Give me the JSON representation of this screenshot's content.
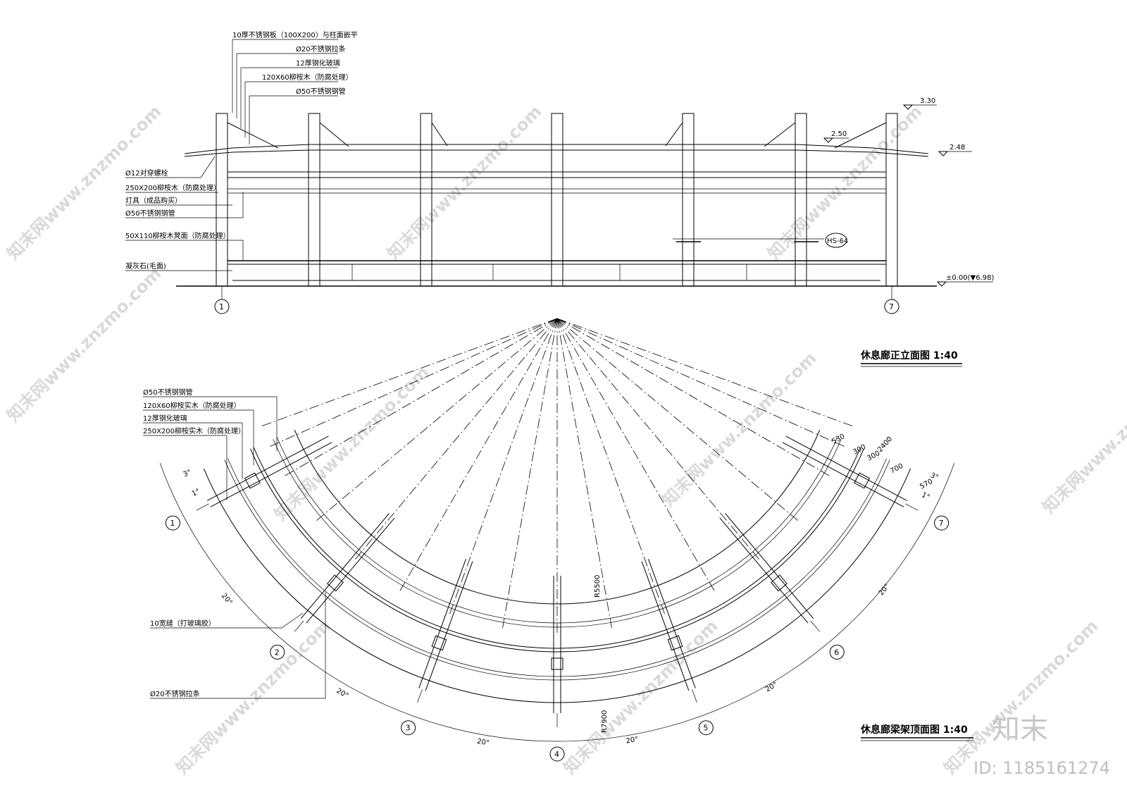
{
  "elevation": {
    "title": "休息廊正立面图 1:40",
    "callouts_top": [
      "10厚不锈钢板（100X200）与柱面嵌平",
      "Ø20不锈钢拉条",
      "12厚钢化玻璃",
      "120X60柳桉木（防腐处理）",
      "Ø50不锈钢钢管"
    ],
    "callouts_left": [
      "Ø12对穿螺栓",
      "250X200柳桉木（防腐处理）",
      "灯具（成品购买）",
      "Ø50不锈钢钢管",
      "50X110柳桉木凳面（防腐处理）",
      "凝灰石(毛面)"
    ],
    "levels": [
      "3.30",
      "2.50",
      "2.48",
      "±0.00(▼6.98)"
    ],
    "section_tag": "HS-64",
    "axes": [
      "1",
      "7"
    ]
  },
  "plan": {
    "title": "休息廊梁架顶面图 1:40",
    "callouts": [
      "Ø50不锈钢钢管",
      "120X60柳桉实木（防腐处理）",
      "12厚钢化玻璃",
      "250X200柳桉实木（防腐处理）",
      "10宽缝（打玻璃胶）",
      "Ø20不锈钢拉条"
    ],
    "radii": [
      "R5500",
      "R7900"
    ],
    "angles_20": [
      "20°",
      "20°",
      "20°",
      "20°",
      "20°",
      "20°"
    ],
    "angles_small": [
      "1°",
      "3°",
      "1°",
      "3°"
    ],
    "dims": [
      "530",
      "300",
      "300",
      "2400",
      "700",
      "570"
    ],
    "axes": [
      "1",
      "2",
      "3",
      "4",
      "5",
      "6",
      "7"
    ]
  },
  "watermark": {
    "text": "知末网www.znzmo.com",
    "logo": "知末",
    "id": "ID: 1185161274"
  }
}
